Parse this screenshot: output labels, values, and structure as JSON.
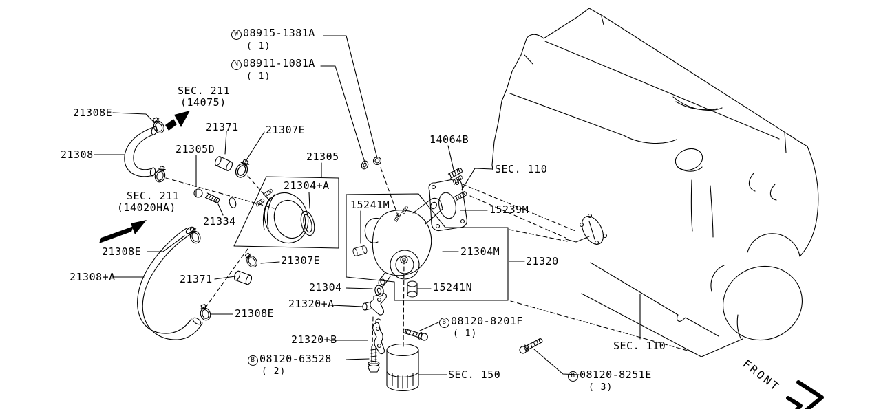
{
  "colors": {
    "ink": "#000000",
    "background": "#ffffff"
  },
  "callouts": {
    "washer_w": {
      "symbol": "W",
      "part_number": "08915-1381A",
      "quantity": "( 1)"
    },
    "nut_n": {
      "symbol": "N",
      "part_number": "08911-1081A",
      "quantity": "( 1)"
    },
    "bolt_b1": {
      "symbol": "B",
      "part_number": "08120-8201F",
      "quantity": "( 1)"
    },
    "bolt_b2": {
      "symbol": "B",
      "part_number": "08120-63528",
      "quantity": "( 2)"
    },
    "bolt_b3": {
      "symbol": "B",
      "part_number": "08120-8251E",
      "quantity": "( 3)"
    },
    "sec_211_upper": {
      "line1": "SEC. 211",
      "line2": "(14075)"
    },
    "sec_211_lower": {
      "line1": "SEC. 211",
      "line2": "(14020HA)"
    },
    "sec_110_upper": "SEC. 110",
    "sec_110_lower": "SEC. 110",
    "sec_150": "SEC. 150",
    "front_label": "FRONT",
    "parts": {
      "p21308e_top": "21308E",
      "p21308": "21308",
      "p21308e_mid": "21308E",
      "p21308e_bottom": "21308E",
      "p21308a": "21308+A",
      "p21371_upper": "21371",
      "p21371_lower": "21371",
      "p21307e_upper": "21307E",
      "p21307e_lower": "21307E",
      "p21305d": "21305D",
      "p21305": "21305",
      "p21304a": "21304+A",
      "p21334": "21334",
      "p14064b": "14064B",
      "p15241m": "15241M",
      "p15239m": "15239M",
      "p21304m": "21304M",
      "p21320": "21320",
      "p21304": "21304",
      "p21320a": "21320+A",
      "p15241n": "15241N",
      "p21320b": "21320+B"
    }
  }
}
